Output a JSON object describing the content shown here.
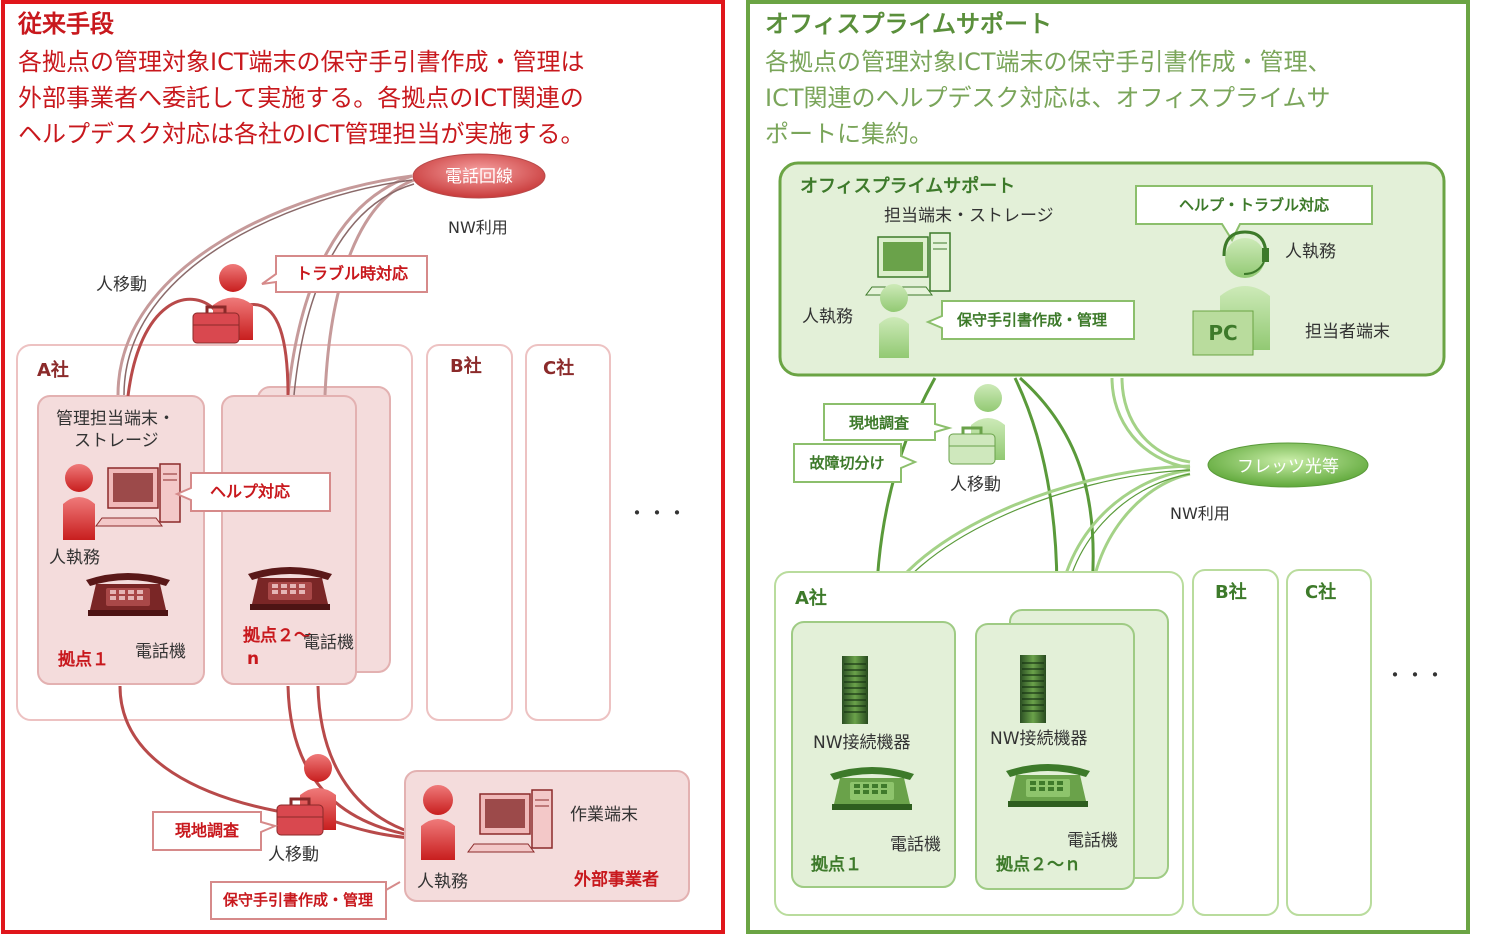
{
  "left": {
    "title": "従来手段",
    "desc": [
      "各拠点の管理対象ICT端末の保守手引書作成・管理は",
      "外部事業者へ委託して実施する。各拠点のICT関連の",
      "ヘルプデスク対応は各社のICT管理担当が実施する。"
    ],
    "phone_line": "電話回線",
    "nw_use": "NW利用",
    "person_move_top": "人移動",
    "trouble_callout": "トラブル時対応",
    "company_a": "A社",
    "company_b": "B社",
    "company_c": "C社",
    "mgmt_terminal": [
      "管理担当端末・",
      "ストレージ"
    ],
    "help_callout": "ヘルプ対応",
    "person_duty_1": "人執務",
    "site1": "拠点１",
    "site1_phone": "電話機",
    "site2": [
      "拠点２～",
      "n"
    ],
    "site2_phone": "電話機",
    "ellipsis": "・・・",
    "survey_callout": "現地調査",
    "person_move_bottom": "人移動",
    "work_terminal": "作業端末",
    "vendor": "外部事業者",
    "person_duty_2": "人執務",
    "manual_callout": "保守手引書作成・管理"
  },
  "right": {
    "title": "オフィスプライムサポート",
    "desc": [
      "各拠点の管理対象ICT端末の保守手引書作成・管理、",
      "ICT関連のヘルプデスク対応は、オフィスプライムサ",
      "ポートに集約。"
    ],
    "center_title": "オフィスプライムサポート",
    "terminal_storage": "担当端末・ストレージ",
    "help_trouble_callout": "ヘルプ・トラブル対応",
    "person_duty_op": "人執務",
    "person_duty": "人執務",
    "manual_callout": "保守手引書作成・管理",
    "pc_label": "PC",
    "staff_terminal": "担当者端末",
    "survey_callout": "現地調査",
    "fault_callout": "故障切分け",
    "person_move": "人移動",
    "flets": "フレッツ光等",
    "nw_use": "NW利用",
    "company_a": "A社",
    "company_b": "B社",
    "company_c": "C社",
    "nw_device_1": "NW接続機器",
    "nw_device_2": "NW接続機器",
    "site1_phone": "電話機",
    "site2_phone": "電話機",
    "site1": "拠点１",
    "site2": "拠点２～ｎ",
    "ellipsis": "・・・"
  },
  "colors": {
    "red_frame": "#e0161b",
    "red_text": "#c8181d",
    "red_dark": "#8b2a2a",
    "red_line": "#b84a4a",
    "pink_fill": "#f4dcdc",
    "pink_stroke": "#e3b1b1",
    "green_frame": "#6ba444",
    "green_text": "#7aa55a",
    "green_dark": "#3d7a2a",
    "green_fill": "#e3f0d8",
    "green_stroke": "#9fcb84",
    "gray_text": "#333333"
  },
  "icons": [
    "telephone-icon",
    "computer-icon",
    "person-icon",
    "briefcase-icon",
    "server-rack-icon",
    "headset-operator-icon"
  ]
}
